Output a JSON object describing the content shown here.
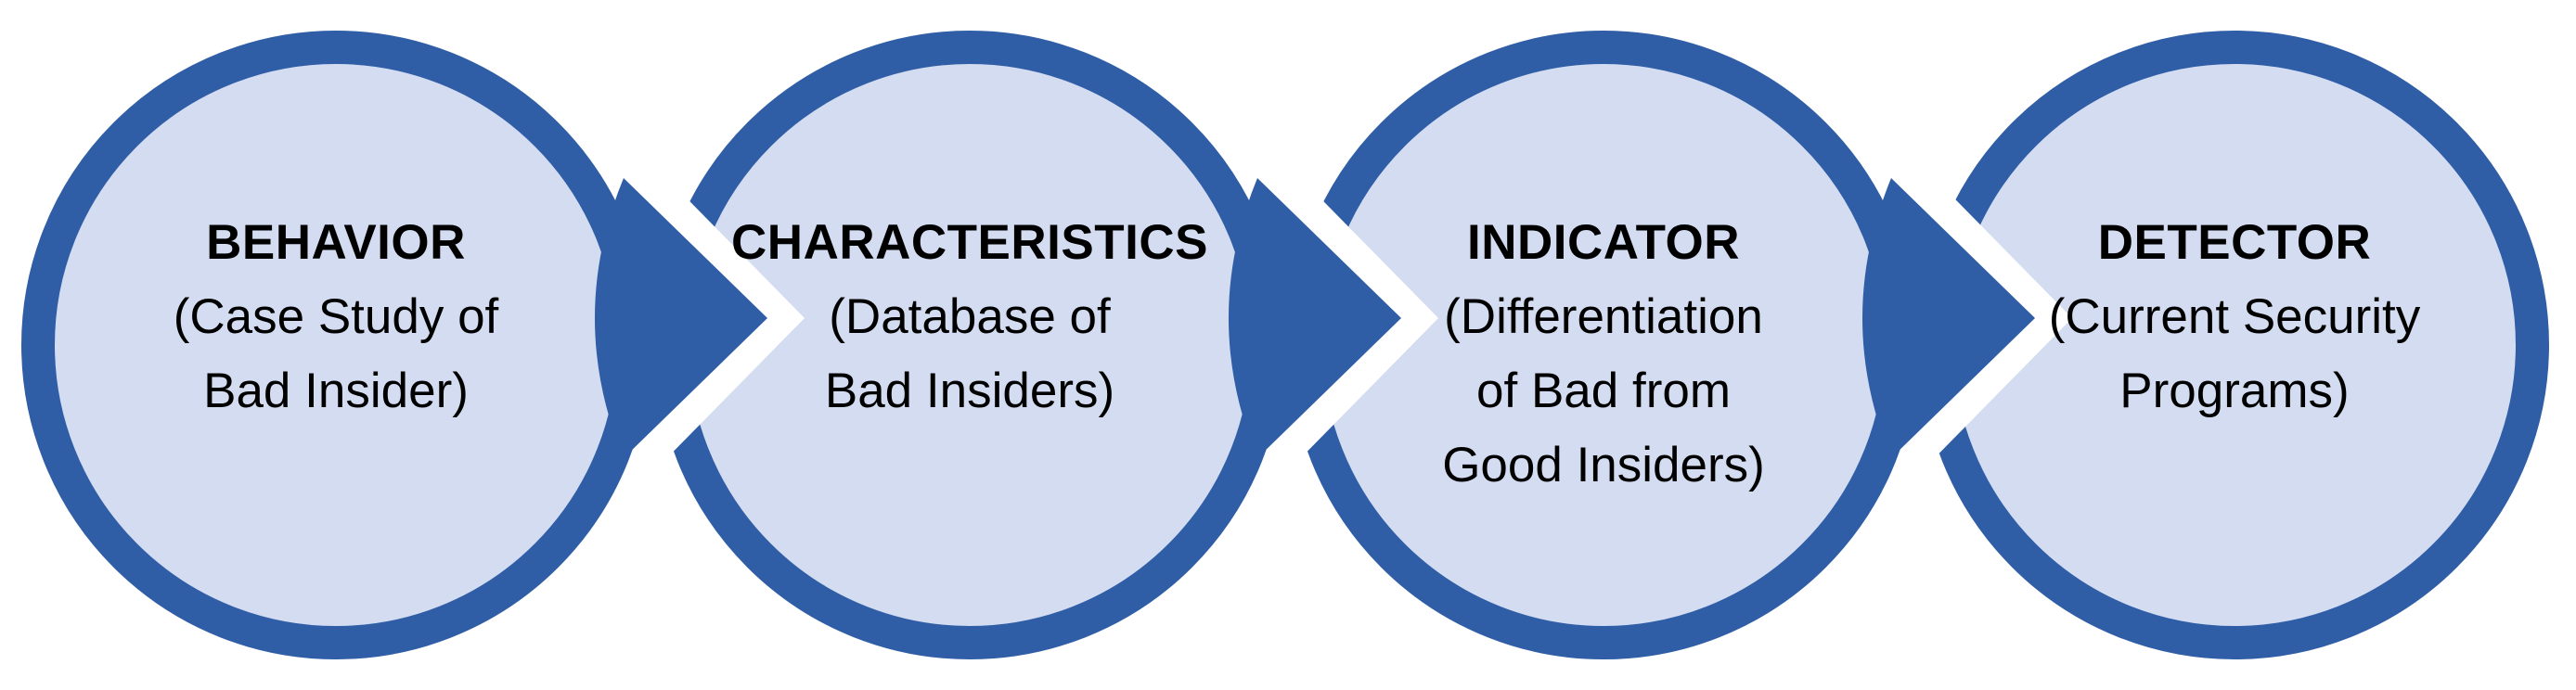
{
  "diagram": {
    "type": "process-flow",
    "background": "#FFFFFF",
    "colors": {
      "node_border": "#2F5DA6",
      "node_fill": "#D3DCF1",
      "arrow": "#2F5DA6",
      "notch_gap": "#FFFFFF",
      "text": "#000000"
    },
    "nodes": [
      {
        "id": "behavior",
        "title": "BEHAVIOR",
        "subtitle_lines": [
          "(Case Study of",
          "Bad Insider)"
        ]
      },
      {
        "id": "characteristics",
        "title": "CHARACTERISTICS",
        "subtitle_lines": [
          "(Database of",
          "Bad Insiders)"
        ]
      },
      {
        "id": "indicator",
        "title": "INDICATOR",
        "subtitle_lines": [
          "(Differentiation",
          "of Bad from",
          "Good Insiders)"
        ]
      },
      {
        "id": "detector",
        "title": "DETECTOR",
        "subtitle_lines": [
          "(Current Security",
          "Programs)"
        ]
      }
    ],
    "connections": [
      {
        "from": "behavior",
        "to": "characteristics"
      },
      {
        "from": "characteristics",
        "to": "indicator"
      },
      {
        "from": "indicator",
        "to": "detector"
      }
    ]
  }
}
